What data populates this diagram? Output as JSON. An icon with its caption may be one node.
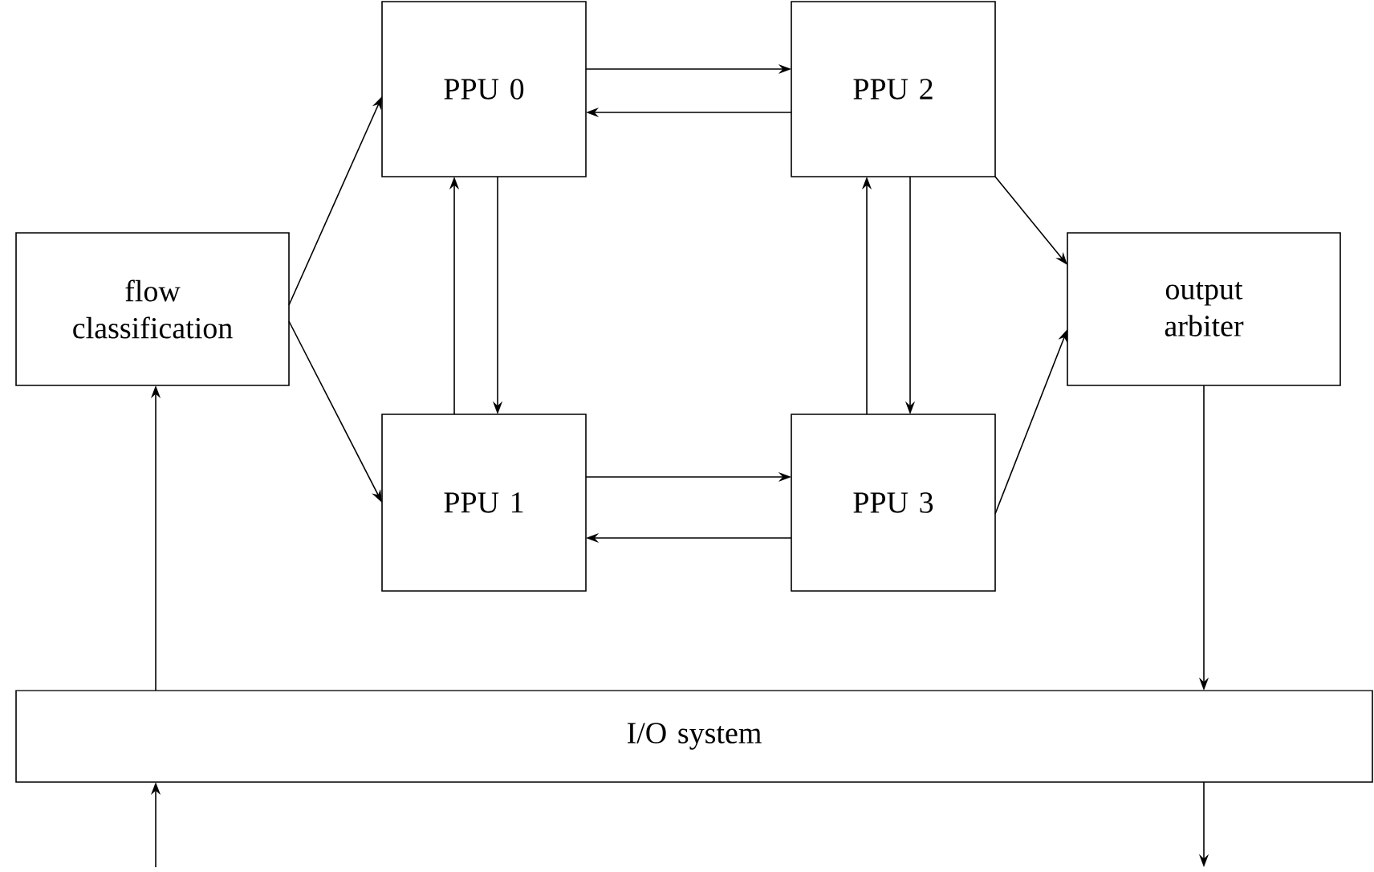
{
  "diagram": {
    "nodes": [
      {
        "text": [
          "flow classification"
        ]
      },
      {
        "text": [
          "PPU 0"
        ]
      },
      {
        "text": [
          "PPU 2"
        ]
      },
      {
        "text": [
          "output arbiter"
        ]
      },
      {
        "text": [
          "PPU 1"
        ]
      },
      {
        "text": [
          "PPU 3"
        ]
      },
      {
        "text": [
          "I/O system"
        ]
      }
    ],
    "edges": [
      {
        "from": 0,
        "to": 1,
        "arrow": "to"
      },
      {
        "from": 0,
        "to": 4,
        "arrow": "to"
      },
      {
        "from": 1,
        "to": 2,
        "arrow": "to"
      },
      {
        "from": 2,
        "to": 1,
        "arrow": "to"
      },
      {
        "from": 4,
        "to": 1,
        "arrow": "to"
      },
      {
        "from": 1,
        "to": 4,
        "arrow": "to"
      },
      {
        "from": 4,
        "to": 5,
        "arrow": "to"
      },
      {
        "from": 5,
        "to": 4,
        "arrow": "to"
      },
      {
        "from": 5,
        "to": 2,
        "arrow": "to"
      },
      {
        "from": 2,
        "to": 5,
        "arrow": "to"
      },
      {
        "from": 2,
        "to": 3,
        "arrow": "to"
      },
      {
        "from": 5,
        "to": 3,
        "arrow": "to"
      },
      {
        "from": 3,
        "to": 6,
        "arrow": "to"
      },
      {
        "from": 6,
        "to": 0,
        "arrow": "to"
      },
      {
        "from": null,
        "to": 6,
        "arrow": "to"
      },
      {
        "from": 6,
        "to": null,
        "arrow": "to"
      }
    ]
  }
}
